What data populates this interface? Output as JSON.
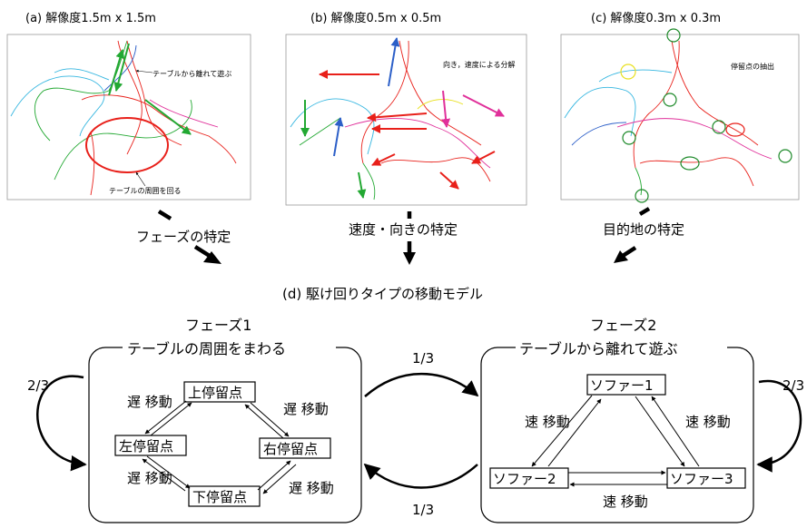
{
  "panels": {
    "a": {
      "caption": "(a) 解像度1.5m x 1.5m",
      "annotation_top": "テーブルから離れて遊ぶ",
      "annotation_bottom": "テーブルの周囲を回る"
    },
    "b": {
      "caption": "(b) 解像度0.5m x 0.5m",
      "annotation": "向き，速度による分解"
    },
    "c": {
      "caption": "(c) 解像度0.3m x 0.3m",
      "annotation": "停留点の抽出"
    }
  },
  "steps": {
    "phase_spec": "フェーズの特定",
    "speed_spec": "速度・向きの特定",
    "dest_spec": "目的地の特定"
  },
  "model_title": "(d) 駆け回りタイプの移動モデル",
  "phase1": {
    "title": "フェーズ1",
    "subtitle": "テーブルの周囲をまわる",
    "nodes": {
      "top": "上停留点",
      "left": "左停留点",
      "right": "右停留点",
      "bottom": "下停留点"
    },
    "edge_labels": {
      "tl": "遅 移動",
      "tr": "遅 移動",
      "bl": "遅 移動",
      "br": "遅 移動"
    },
    "self_loop": "2/3"
  },
  "phase2": {
    "title": "フェーズ2",
    "subtitle": "テーブルから離れて遊ぶ",
    "nodes": {
      "sofa1": "ソファー1",
      "sofa2": "ソファー2",
      "sofa3": "ソファー3"
    },
    "edge_labels": {
      "left": "速 移動",
      "right": "速 移動",
      "bottom": "速 移動"
    },
    "self_loop": "2/3"
  },
  "transitions": {
    "p1_to_p2": "1/3",
    "p2_to_p1": "1/3"
  },
  "colors": {
    "red": "#e8201a",
    "green": "#22a832",
    "blue": "#2c5fc8",
    "magenta": "#e0309a",
    "cyan": "#35b6e0",
    "circle": "#1e8a2a",
    "yellow": "#e8e020"
  }
}
